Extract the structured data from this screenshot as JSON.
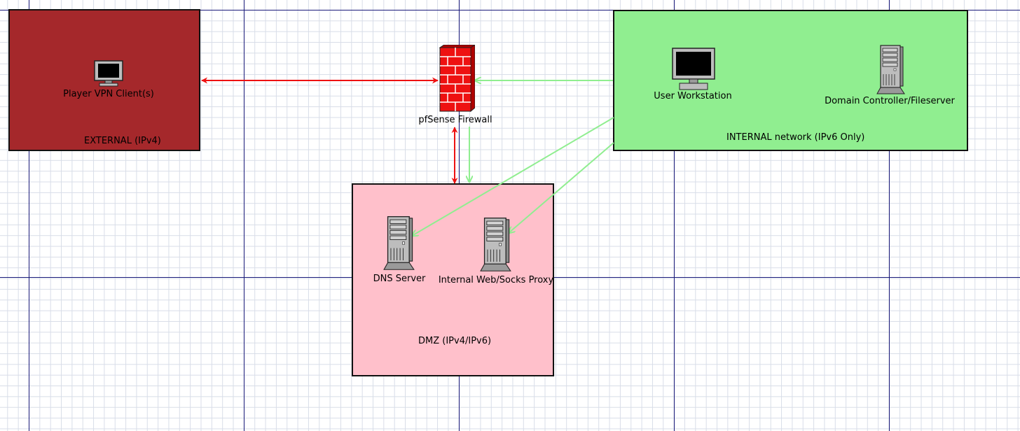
{
  "zones": {
    "external": {
      "label": "EXTERNAL (IPv4)",
      "color": "#a5282b"
    },
    "internal": {
      "label": "INTERNAL network (IPv6 Only)",
      "color": "#90ee90"
    },
    "dmz": {
      "label": "DMZ (IPv4/IPv6)",
      "color": "#ffc0cb"
    }
  },
  "nodes": {
    "vpn_client": {
      "label": "Player VPN Client(s)",
      "icon": "monitor-icon"
    },
    "firewall": {
      "label": "pfSense Firewall",
      "icon": "firewall-icon"
    },
    "workstation": {
      "label": "User Workstation",
      "icon": "monitor-icon"
    },
    "domain_controller": {
      "label": "Domain Controller/Fileserver",
      "icon": "server-icon"
    },
    "dns_server": {
      "label": "DNS Server",
      "icon": "server-icon"
    },
    "proxy": {
      "label": "Internal Web/Socks Proxy",
      "icon": "server-icon"
    }
  },
  "link_colors": {
    "red": "#ee1111",
    "green": "#90ee90"
  }
}
